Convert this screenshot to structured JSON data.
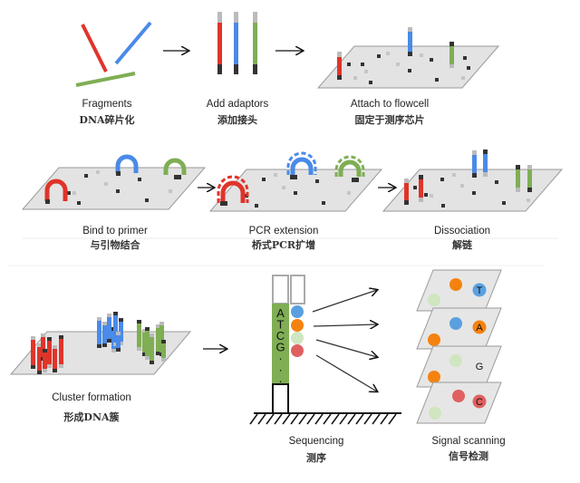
{
  "steps": [
    {
      "id": "fragments",
      "label_en": "Fragments",
      "label_zh": "DNA碎片化"
    },
    {
      "id": "add-adaptors",
      "label_en": "Add adaptors",
      "label_zh": "添加接头"
    },
    {
      "id": "attach-flowcell",
      "label_en": "Attach to flowcell",
      "label_zh": "固定于测序芯片"
    },
    {
      "id": "bind-primer",
      "label_en": "Bind to primer",
      "label_zh": "与引物结合"
    },
    {
      "id": "pcr-extension",
      "label_en": "PCR extension",
      "label_zh": "桥式PCR扩增"
    },
    {
      "id": "dissociation",
      "label_en": "Dissociation",
      "label_zh": "解链"
    },
    {
      "id": "cluster-formation",
      "label_en": "Cluster formation",
      "label_zh": "形成DNA簇"
    },
    {
      "id": "sequencing",
      "label_en": "Sequencing",
      "label_zh": "测序"
    },
    {
      "id": "signal-scanning",
      "label_en": "Signal scanning",
      "label_zh": "信号检测"
    }
  ],
  "sequencing_bases": [
    "A",
    "T",
    "C",
    "G",
    "·",
    "·",
    "·"
  ],
  "scan_layers": [
    {
      "letter": "T",
      "letter_color": "#4a90d9"
    },
    {
      "letter": "A",
      "letter_color": "#f08a1c"
    },
    {
      "letter": "G",
      "letter_color": "#c9e2b8"
    },
    {
      "letter": "C",
      "letter_color": "#e06a6a"
    }
  ],
  "colors": {
    "red": "#e0342a",
    "blue": "#4a8ae8",
    "green": "#7fae54",
    "adaptor_dark": "#333333",
    "adaptor_light": "#bbbbbb",
    "flowcell": "#e3e3e3",
    "flowcell_edge": "#9a9a9a",
    "dot_blue": "#5aa0e0",
    "dot_orange": "#f5820f",
    "dot_lightgreen": "#cfe6c0",
    "dot_red": "#e06060",
    "seq_green": "#7fae54"
  }
}
